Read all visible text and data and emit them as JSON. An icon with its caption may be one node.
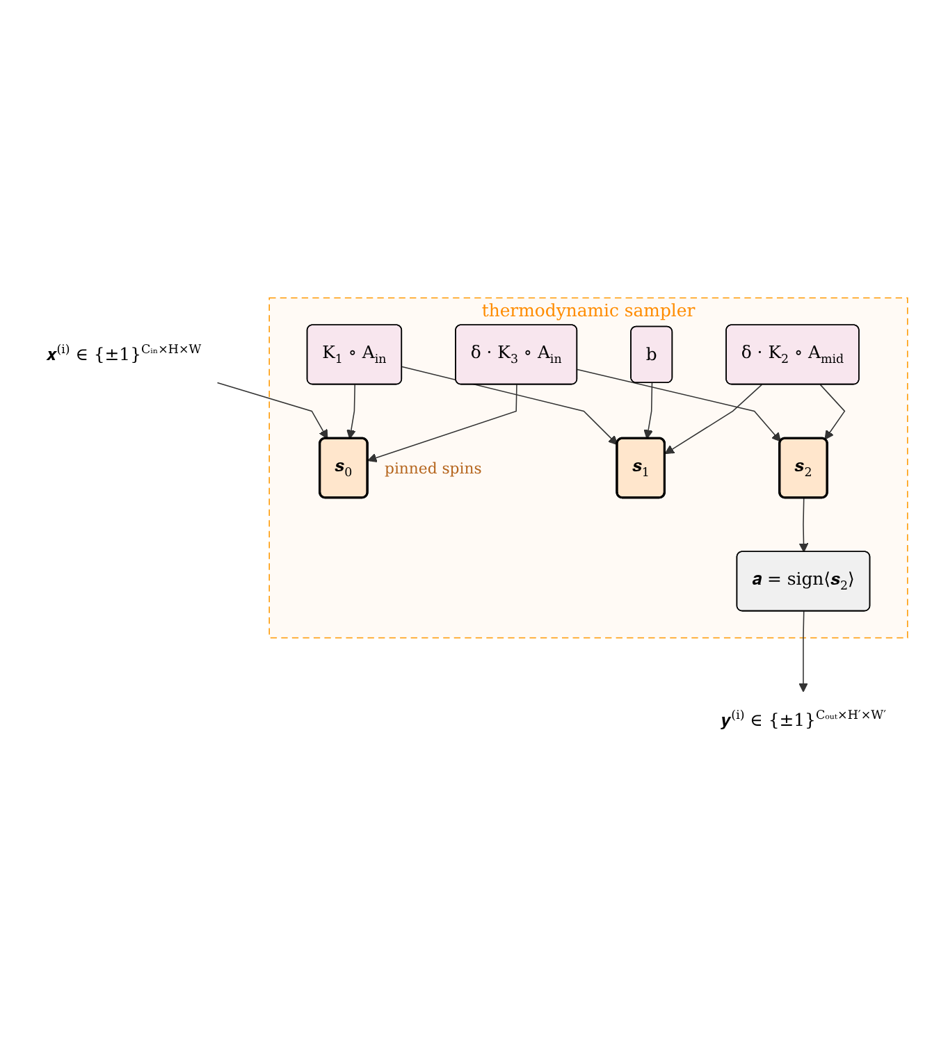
{
  "diagram": {
    "nodes": [
      {
        "text": [
          "thermodynamic sampler"
        ]
      },
      {
        "text": [
          "𝒙$^{(i)}$ ∈ {±1}$^{Cᵢₙ×H×W}$"
        ]
      },
      {
        "text": [
          "𝒔$_{0}$"
        ],
        "in": 0,
        "beside": [
          "pinned spins"
        ]
      },
      {
        "text": [
          "K$_{1}$ ∘ A$_{in}$"
        ],
        "in": 0
      },
      {
        "text": [
          "δ · K$_{3}$ ∘ A$_{in}$"
        ],
        "in": 0
      },
      {
        "text": [
          "𝒔$_{1}$"
        ],
        "in": 0
      },
      {
        "text": [
          "b"
        ],
        "in": 0
      },
      {
        "text": [
          "δ · K$_{2}$ ∘ A$_{mid}$"
        ],
        "in": 0
      },
      {
        "text": [
          "𝒔$_{2}$"
        ],
        "in": 0
      },
      {
        "text": [
          "𝒂 = sign⟨𝒔$_{2}$⟩"
        ],
        "in": 0
      },
      {
        "text": [
          "𝒚$^{(i)}$ ∈ {±1}$^{Cₒᵤₜ×H′×W′}$"
        ]
      }
    ],
    "edges": [
      {
        "from": 1,
        "to": 2,
        "arrow": "to"
      },
      {
        "from": 3,
        "to": 2,
        "arrow": "to"
      },
      {
        "from": 3,
        "to": 5,
        "arrow": "to"
      },
      {
        "from": 4,
        "to": 2,
        "arrow": "to"
      },
      {
        "from": 4,
        "to": 8,
        "arrow": "to"
      },
      {
        "from": 6,
        "to": 5,
        "arrow": "to"
      },
      {
        "from": 7,
        "to": 5,
        "arrow": "to"
      },
      {
        "from": 7,
        "to": 8,
        "arrow": "to"
      },
      {
        "from": 8,
        "to": 9,
        "arrow": "to"
      },
      {
        "from": 9,
        "to": 10,
        "arrow": "to"
      }
    ]
  }
}
